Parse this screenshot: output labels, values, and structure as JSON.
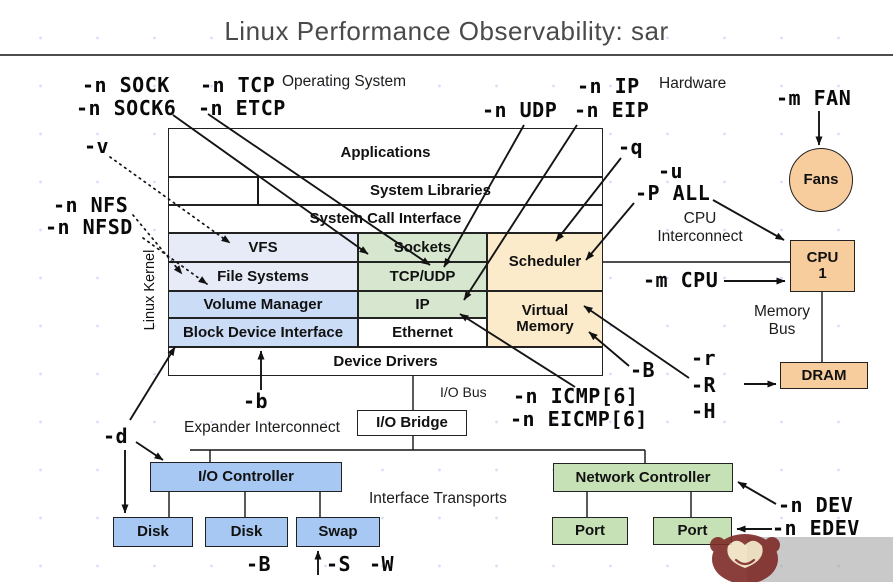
{
  "title": "Linux Performance Observability: sar",
  "colors": {
    "lavender_cell": "#e7ebf8",
    "blue_cell": "#cbdcf7",
    "green_cell": "#d7e7cf",
    "orange_cell": "#fcebcb",
    "orange_hw": "#f8cd9d",
    "blue_hw": "#a7c8f2",
    "green_hw": "#c7e1b6",
    "line": "#141414",
    "title_color": "#4a4a4a"
  },
  "section_labels": {
    "operating_system": "Operating System",
    "hardware": "Hardware",
    "linux_kernel": "Linux Kernel",
    "cpu_interconnect_line1": "CPU",
    "cpu_interconnect_line2": "Interconnect",
    "memory_bus_line1": "Memory",
    "memory_bus_line2": "Bus",
    "io_bus": "I/O Bus",
    "expander_interconnect": "Expander Interconnect",
    "interface_transports": "Interface Transports"
  },
  "kernel_boxes": {
    "applications": "Applications",
    "system_libraries": "System Libraries",
    "system_call_interface": "System Call Interface",
    "vfs": "VFS",
    "file_systems": "File Systems",
    "volume_manager": "Volume Manager",
    "block_device_interface": "Block Device Interface",
    "sockets": "Sockets",
    "tcp_udp": "TCP/UDP",
    "ip": "IP",
    "ethernet": "Ethernet",
    "scheduler": "Scheduler",
    "virtual_memory_line1": "Virtual",
    "virtual_memory_line2": "Memory",
    "device_drivers": "Device Drivers"
  },
  "hardware_boxes": {
    "fans": "Fans",
    "cpu_line1": "CPU",
    "cpu_line2": "1",
    "dram": "DRAM",
    "io_bridge": "I/O Bridge",
    "io_controller": "I/O Controller",
    "disk_1": "Disk",
    "disk_2": "Disk",
    "swap": "Swap",
    "network_controller": "Network Controller",
    "port_1": "Port",
    "port_2": "Port"
  },
  "sar_flags": {
    "n_sock": "-n SOCK",
    "n_sock6": "-n SOCK6",
    "n_tcp": "-n TCP",
    "n_etcp": "-n ETCP",
    "n_udp": "-n UDP",
    "n_ip": "-n IP",
    "n_eip": "-n EIP",
    "m_fan": "-m FAN",
    "v": "-v",
    "n_nfs": "-n NFS",
    "n_nfsd": "-n NFSD",
    "q": "-q",
    "u": "-u",
    "p_all": "-P ALL",
    "m_cpu": "-m CPU",
    "r_lower": "-r",
    "r_upper": "-R",
    "h": "-H",
    "b_virtual_memory": "-B",
    "n_icmp6": "-n ICMP[6]",
    "n_eicmp6": "-n EICMP[6]",
    "b_block": "-b",
    "d": "-d",
    "b_swap": "-B",
    "s_swap": "-S",
    "w_swap": "-W",
    "n_dev": "-n DEV",
    "n_edev": "-n EDEV"
  }
}
